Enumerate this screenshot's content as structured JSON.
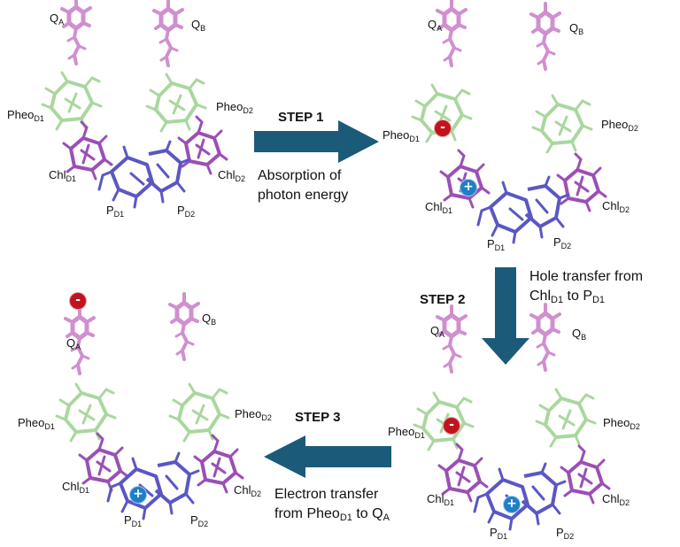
{
  "colors": {
    "quinone": "#d08fcf",
    "pheophytin": "#a9d79e",
    "chlorophyll": "#9b4fb5",
    "p_pair": "#5a57c4",
    "arrow": "#1c5a7a",
    "negative": "#c0141c",
    "positive": "#1e7fc8"
  },
  "labels": {
    "qa": {
      "main": "Q",
      "sub": "A"
    },
    "qb": {
      "main": "Q",
      "sub": "B"
    },
    "pheo_d1": {
      "main": "Pheo",
      "sub": "D1"
    },
    "pheo_d2": {
      "main": "Pheo",
      "sub": "D2"
    },
    "chl_d1": {
      "main": "Chl",
      "sub": "D1"
    },
    "chl_d2": {
      "main": "Chl",
      "sub": "D2"
    },
    "p_d1": {
      "main": "P",
      "sub": "D1"
    },
    "p_d2": {
      "main": "P",
      "sub": "D2"
    }
  },
  "charges": {
    "negative": "-",
    "positive": "+"
  },
  "steps": [
    {
      "title": "STEP 1",
      "lines": [
        [
          {
            "t": "Absorption of"
          }
        ],
        [
          {
            "t": "photon energy"
          }
        ]
      ],
      "icon": "arrow-right-icon"
    },
    {
      "title": "STEP 2",
      "lines": [
        [
          {
            "t": "Hole transfer from"
          }
        ],
        [
          {
            "t": "Chl"
          },
          {
            "sub": "D1"
          },
          {
            "t": " to P"
          },
          {
            "sub": "D1"
          }
        ]
      ],
      "icon": "arrow-down-icon"
    },
    {
      "title": "STEP 3",
      "lines": [
        [
          {
            "t": "Electron transfer"
          }
        ],
        [
          {
            "t": "from Pheo"
          },
          {
            "sub": "D1"
          },
          {
            "t": " to Q"
          },
          {
            "sub": "A"
          }
        ]
      ],
      "icon": "arrow-left-icon"
    }
  ]
}
